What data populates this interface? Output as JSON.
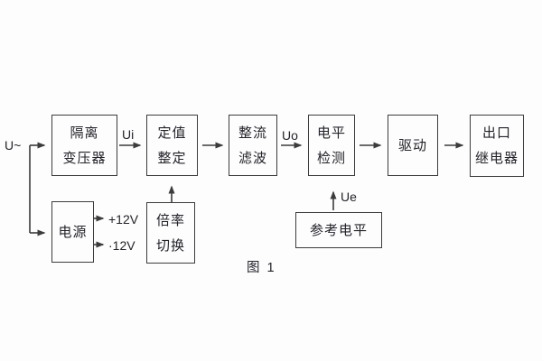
{
  "figure": {
    "caption": "图 1"
  },
  "labels": {
    "input": "U~",
    "ui": "Ui",
    "uo": "Uo",
    "ue": "Ue",
    "plus12": "+12V",
    "minus12": "·12V"
  },
  "blocks": {
    "isolation_transformer": {
      "line1": "隔离",
      "line2": "变压器"
    },
    "setpoint_adjust": {
      "line1": "定值",
      "line2": "整定"
    },
    "rectifier_filter": {
      "line1": "整流",
      "line2": "滤波"
    },
    "level_detector": {
      "line1": "电平",
      "line2": "检测"
    },
    "driver": {
      "line1": "驱动"
    },
    "output_relay": {
      "line1": "出口",
      "line2": "继电器"
    },
    "power_supply": {
      "line1": "电源"
    },
    "multiplier_switch": {
      "line1": "倍率",
      "line2": "切换"
    },
    "reference_level": {
      "line1": "参考电平"
    }
  },
  "colors": {
    "line": "#3c3c3c",
    "text": "#23232a",
    "background": "#fdfdfd"
  }
}
